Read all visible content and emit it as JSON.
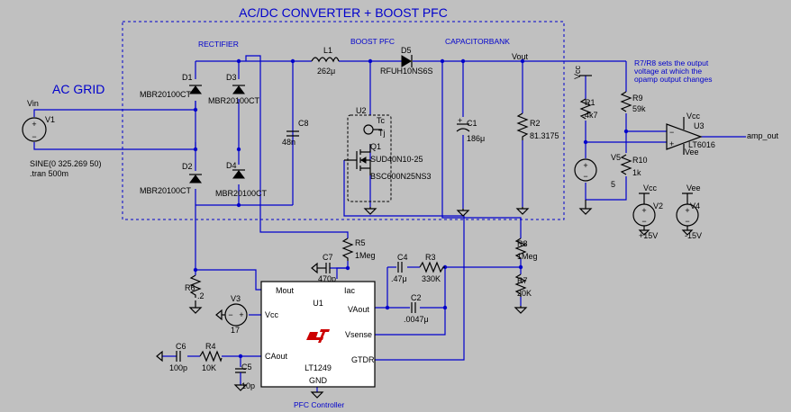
{
  "title": "AC/DC CONVERTER + BOOST PFC",
  "sections": {
    "rectifier": "RECTIFIER",
    "boost_pfc": "BOOST PFC",
    "capacitor_bank": "CAPACITORBANK",
    "ac_grid": "AC GRID",
    "pfc_controller": "PFC Controller"
  },
  "note": [
    "R7/R8 sets the output",
    "voltage at which the",
    "opamp output changes"
  ],
  "nets": {
    "vin": "Vin",
    "vout": "Vout",
    "amp_out": "amp_out",
    "vcc": "Vcc",
    "vee": "Vee"
  },
  "components": {
    "V1": {
      "ref": "V1",
      "spec1": "SINE(0 325.269 50)",
      "spec2": ".tran 500m"
    },
    "D1": {
      "ref": "D1",
      "value": "MBR20100CT"
    },
    "D2": {
      "ref": "D2",
      "value": "MBR20100CT"
    },
    "D3": {
      "ref": "D3",
      "value": "MBR20100CT"
    },
    "D4": {
      "ref": "D4",
      "value": "MBR20100CT"
    },
    "C8": {
      "ref": "C8",
      "value": "48n"
    },
    "L1": {
      "ref": "L1",
      "value": "262μ"
    },
    "D5": {
      "ref": "D5",
      "value": "RFUH10NS6S"
    },
    "U2": {
      "ref": "U2",
      "pin_tc": "Tc",
      "pin_tj": "Tj"
    },
    "Q1": {
      "ref": "Q1",
      "value": "SUD40N10-25",
      "alt": "BSC600N25NS3"
    },
    "C1": {
      "ref": "C1",
      "value": "186μ"
    },
    "R2": {
      "ref": "R2",
      "value": "81.3175"
    },
    "R1": {
      "ref": "R1",
      "value": "4k7"
    },
    "R9": {
      "ref": "R9",
      "value": "59k"
    },
    "R10": {
      "ref": "R10",
      "value": "1k"
    },
    "V5": {
      "ref": "V5",
      "value": "5"
    },
    "U3": {
      "ref": "U3",
      "value": "LT6016"
    },
    "V2": {
      "ref": "V2",
      "value": "+15V"
    },
    "V4": {
      "ref": "V4",
      "value": "-15V"
    },
    "R5": {
      "ref": "R5",
      "value": "1Meg"
    },
    "C7": {
      "ref": "C7",
      "value": "470p"
    },
    "C4": {
      "ref": "C4",
      "value": ".47μ"
    },
    "R3": {
      "ref": "R3",
      "value": "330K"
    },
    "C2": {
      "ref": "C2",
      "value": ".0047μ"
    },
    "R8": {
      "ref": "R8",
      "value": "1Meg"
    },
    "R7": {
      "ref": "R7",
      "value": "20K"
    },
    "R6": {
      "ref": "R6",
      "value": ".2"
    },
    "V3": {
      "ref": "V3",
      "value": "17"
    },
    "C6": {
      "ref": "C6",
      "value": "100p"
    },
    "R4": {
      "ref": "R4",
      "value": "10K"
    },
    "C5": {
      "ref": "C5",
      "value": "10p"
    }
  },
  "U1": {
    "ref": "U1",
    "part": "LT1249",
    "pins": {
      "mout": "Mout",
      "iac": "Iac",
      "vcc": "Vcc",
      "vaout": "VAout",
      "vsense": "Vsense",
      "caout": "CAout",
      "gtdr": "GTDR",
      "gnd": "GND"
    }
  },
  "colors": {
    "background": "#c0c0c0",
    "wire": "#0000cc",
    "component": "#000000",
    "logo": "#cc0000"
  }
}
